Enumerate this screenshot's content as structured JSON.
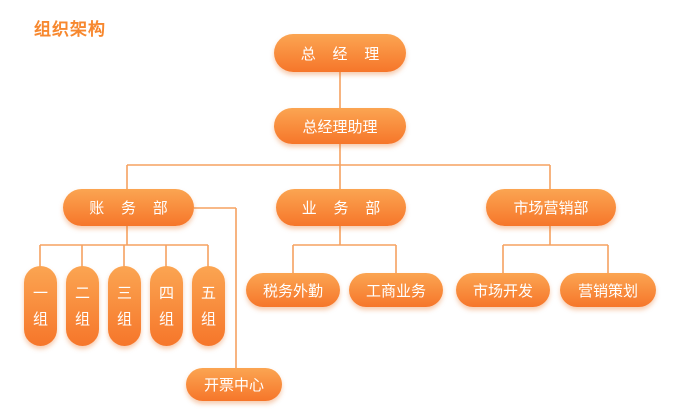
{
  "title": "组织架构",
  "colors": {
    "accent": "#f7882f",
    "line": "#f5a261"
  },
  "top": {
    "gm": "总 经 理",
    "assistant": "总经理助理"
  },
  "departments": {
    "accounts": "账 务 部",
    "business": "业 务 部",
    "marketing": "市场营销部"
  },
  "account_groups": [
    {
      "top": "一",
      "bottom": "组"
    },
    {
      "top": "二",
      "bottom": "组"
    },
    {
      "top": "三",
      "bottom": "组"
    },
    {
      "top": "四",
      "bottom": "组"
    },
    {
      "top": "五",
      "bottom": "组"
    }
  ],
  "invoice_center": "开票中心",
  "business_units": [
    "税务外勤",
    "工商业务"
  ],
  "marketing_units": [
    "市场开发",
    "营销策划"
  ]
}
